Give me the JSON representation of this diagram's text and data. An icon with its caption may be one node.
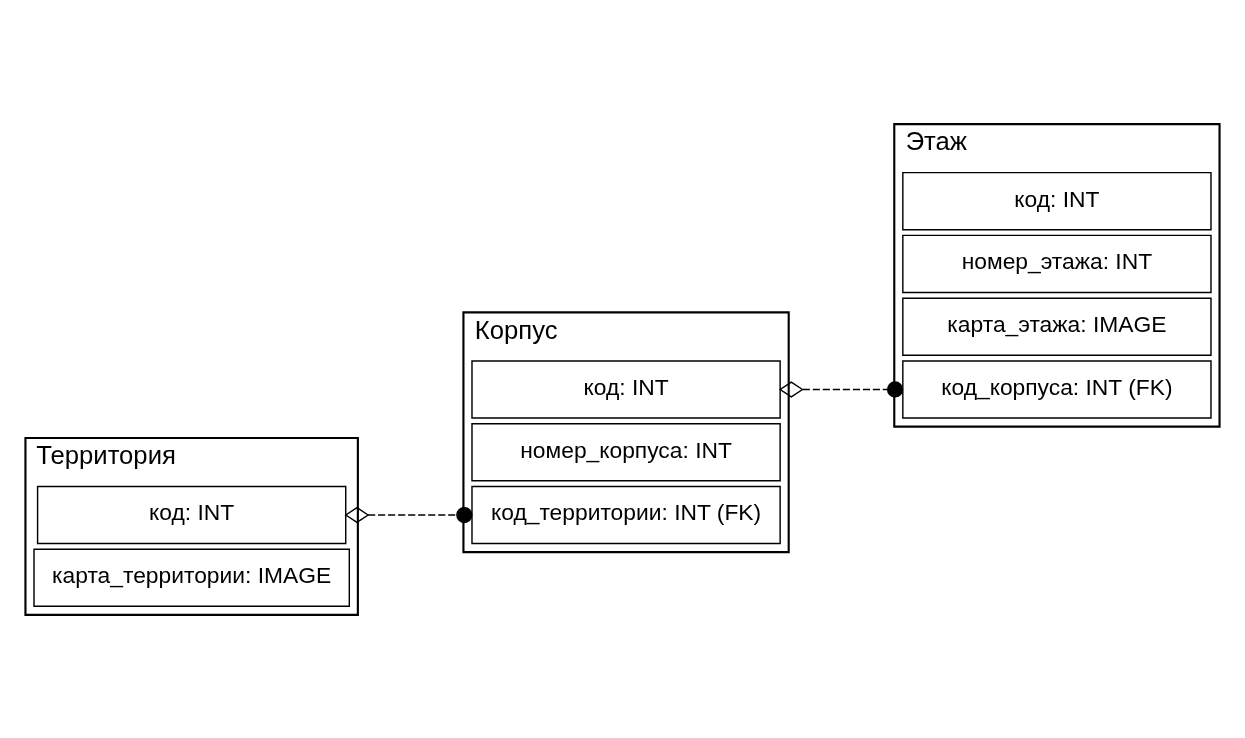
{
  "diagram": {
    "nodes": [
      {
        "text": [
          "Корпус"
        ]
      },
      {
        "text": [
          "код: INT"
        ],
        "in": 0
      },
      {
        "text": [
          "номер_корпуса: INT"
        ],
        "in": 0
      },
      {
        "text": [
          "код_территории: INT (FK)"
        ],
        "in": 0
      },
      {
        "text": [
          "Этаж"
        ]
      },
      {
        "text": [
          "код: INT"
        ],
        "in": 4
      },
      {
        "text": [
          "номер_этажа: INT"
        ],
        "in": 4
      },
      {
        "text": [
          "карта_этажа: IMAGE"
        ],
        "in": 4
      },
      {
        "text": [
          "код_корпуса: INT (FK)"
        ],
        "in": 4
      },
      {
        "text": [
          "Территория"
        ]
      },
      {
        "text": [
          "код: INT"
        ],
        "in": 9
      },
      {
        "text": [
          "карта_территории: IMAGE"
        ],
        "in": 9
      }
    ],
    "edges": [
      {
        "from": 1,
        "to": 8,
        "arrow": "other",
        "style": "dashed"
      },
      {
        "from": 10,
        "to": 3,
        "arrow": "other",
        "style": "dashed"
      }
    ]
  }
}
